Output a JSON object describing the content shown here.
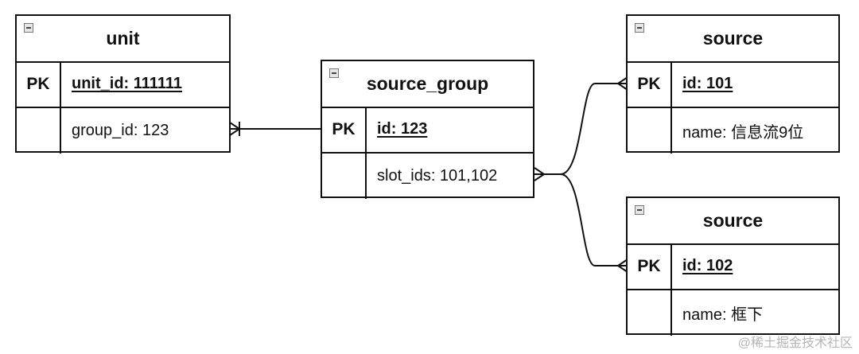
{
  "entities": {
    "unit": {
      "title": "unit",
      "rows": [
        {
          "key": "PK",
          "value": "unit_id: 111111"
        },
        {
          "key": "",
          "value": "group_id: 123"
        }
      ]
    },
    "source_group": {
      "title": "source_group",
      "rows": [
        {
          "key": "PK",
          "value": "id: 123"
        },
        {
          "key": "",
          "value": "slot_ids: 101,102"
        }
      ]
    },
    "source_a": {
      "title": "source",
      "rows": [
        {
          "key": "PK",
          "value": "id: 101"
        },
        {
          "key": "",
          "value": "name: 信息流9位"
        }
      ]
    },
    "source_b": {
      "title": "source",
      "rows": [
        {
          "key": "PK",
          "value": "id: 102"
        },
        {
          "key": "",
          "value": "name: 框下"
        }
      ]
    }
  },
  "watermark": "@稀土掘金技术社区"
}
